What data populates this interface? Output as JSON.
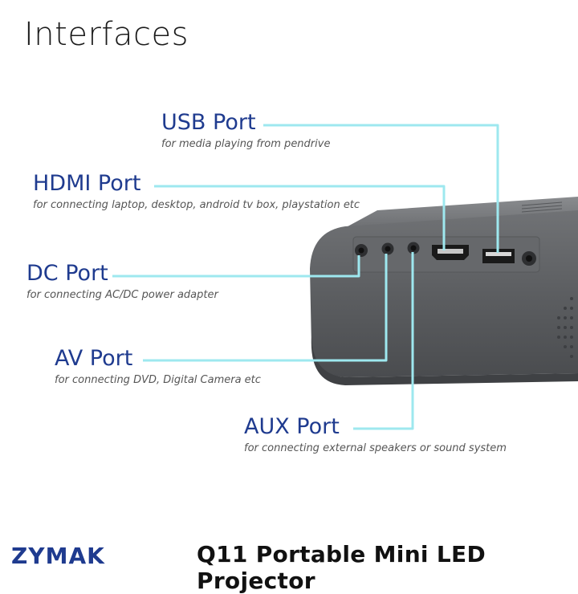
{
  "title": "Interfaces",
  "ports": [
    {
      "name": "USB Port",
      "description": "for media playing from pendrive"
    },
    {
      "name": "HDMI Port",
      "description": "for connecting laptop, desktop, android tv box, playstation etc"
    },
    {
      "name": "DC Port",
      "description": "for connecting AC/DC power adapter"
    },
    {
      "name": "AV Port",
      "description": "for connecting DVD, Digital Camera etc"
    },
    {
      "name": "AUX Port",
      "description": "for connecting external speakers or sound system"
    }
  ],
  "brand": "ZYMAK",
  "product": "Q11 Portable Mini LED Projector",
  "colors": {
    "accent": "#1f3b8f",
    "callout_line": "#9ee8ef",
    "device": "#5e6063"
  }
}
